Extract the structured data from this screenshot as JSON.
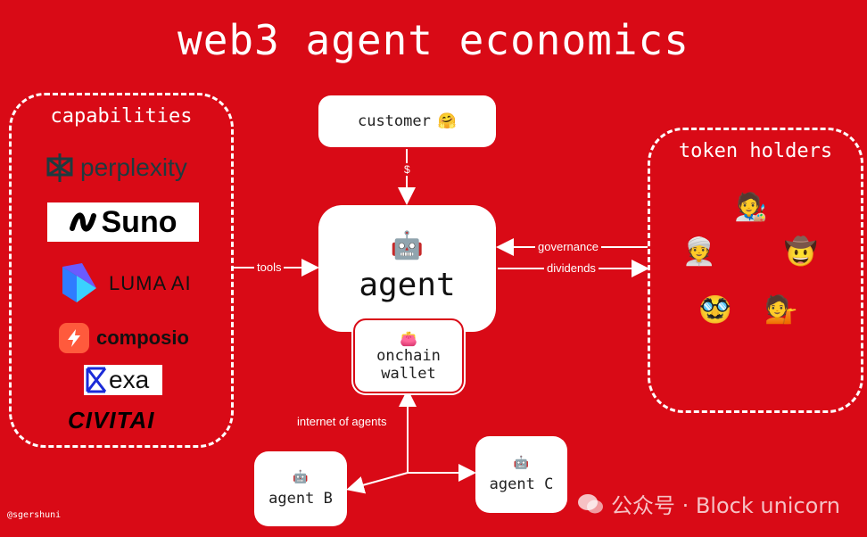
{
  "title": "web3 agent economics",
  "capabilities": {
    "title": "capabilities",
    "logos": [
      "perplexity",
      "Suno",
      "LUMA AI",
      "composio",
      "exa",
      "CIVITAI"
    ]
  },
  "customer": {
    "label": "customer",
    "emoji": "🤗"
  },
  "agent": {
    "label": "agent",
    "emoji": "🤖"
  },
  "wallet": {
    "line1": "onchain",
    "line2": "wallet",
    "emoji": "👛"
  },
  "token_holders": {
    "title": "token holders",
    "emojis": [
      "🧑‍🎨",
      "👳",
      "🤠",
      "🥸",
      "💁"
    ]
  },
  "edges": {
    "payment": "$",
    "tools": "tools",
    "governance": "governance",
    "dividends": "dividends",
    "internet": "internet of agents"
  },
  "agent_b": {
    "label": "agent B",
    "emoji": "🤖"
  },
  "agent_c": {
    "label": "agent C",
    "emoji": "🤖"
  },
  "credit": "@sgershuni",
  "watermark": "公众号 · Block unicorn",
  "colors": {
    "background": "#d90a16",
    "box": "#ffffff",
    "text": "#222222"
  }
}
